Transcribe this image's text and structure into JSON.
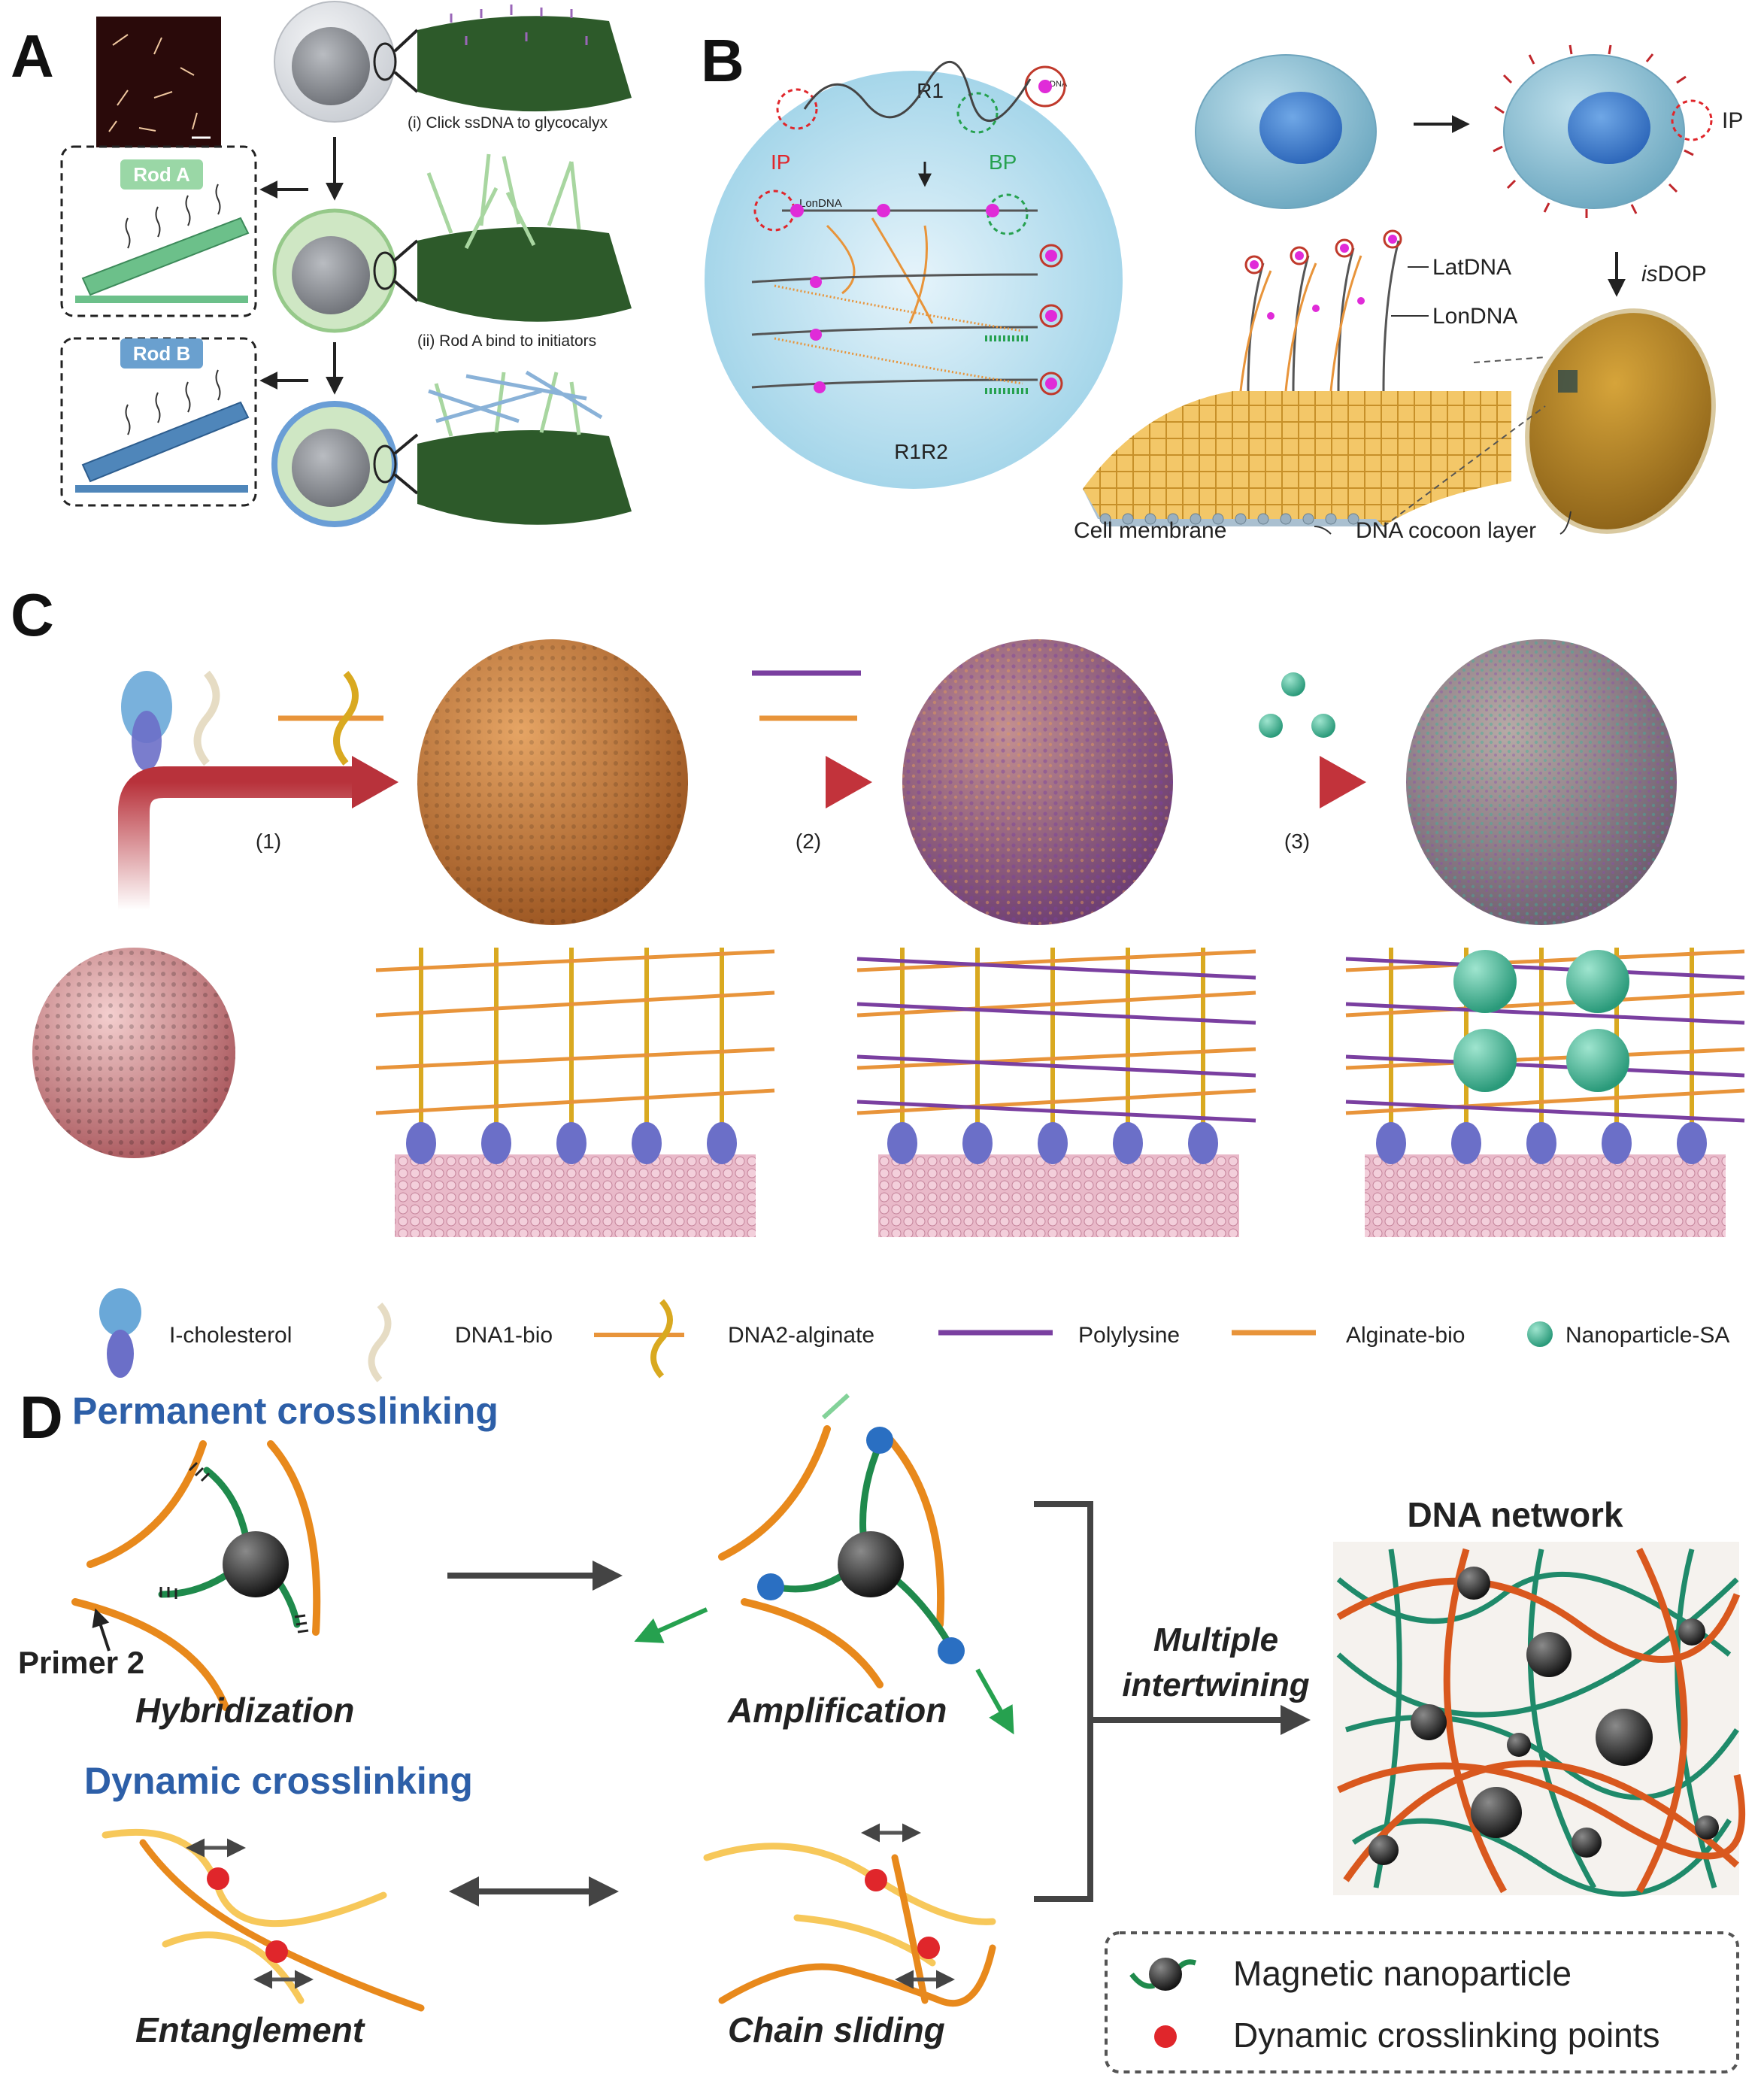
{
  "panel_a": {
    "label": "A",
    "step1": "(i) Click ssDNA to glycocalyx",
    "step2": "(ii) Rod A bind to initiators",
    "rod_a": "Rod A",
    "rod_b": "Rod B"
  },
  "panel_b": {
    "label": "B",
    "r1": "R1",
    "r1r2": "R1R2",
    "ip": "IP",
    "bp": "BP",
    "lon_small": "LonDNA",
    "ssdna": "ssDNA",
    "ip_cell": "IP",
    "isdop_prefix": "is",
    "isdop_suffix": "DOP",
    "latdna": "LatDNA",
    "londna": "LonDNA",
    "cell_membrane": "Cell membrane",
    "cocoon": "DNA cocoon layer"
  },
  "panel_c": {
    "label": "C",
    "step1": "(1)",
    "step2": "(2)",
    "step3": "(3)",
    "legend": [
      "I-cholesterol",
      "DNA1-bio",
      "DNA2-alginate",
      "Polylysine",
      "Alginate-bio",
      "Nanoparticle-SA"
    ]
  },
  "panel_d": {
    "label": "D",
    "permanent": "Permanent crosslinking",
    "dynamic": "Dynamic crosslinking",
    "hybridization": "Hybridization",
    "amplification": "Amplification",
    "entanglement": "Entanglement",
    "chain_sliding": "Chain sliding",
    "primer": "Primer 2",
    "multiple_1": "Multiple",
    "multiple_2": "intertwining",
    "network": "DNA network",
    "legend_nano": "Magnetic nanoparticle",
    "legend_dyn": "Dynamic crosslinking points"
  },
  "colors": {
    "orange": "#e8891c",
    "green": "#1f8a4c",
    "teal_np": "#3bb89a",
    "blue_heading": "#2d5fa8",
    "red_dash": "#e0262b",
    "magenta": "#e02bd8"
  }
}
